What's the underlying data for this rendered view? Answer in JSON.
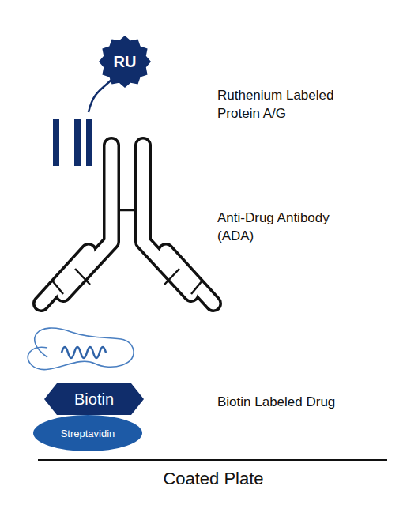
{
  "diagram": {
    "nodes": [
      {
        "text": [
          "RU"
        ]
      },
      {
        "text": [
          "Biotin"
        ]
      },
      {
        "text": [
          "Streptavidin"
        ]
      }
    ],
    "labels": [
      "Ruthenium Labeled Protein A/G",
      "Anti-Drug Antibody (ADA)",
      "Biotin Labeled Drug",
      "Coated Plate"
    ]
  }
}
